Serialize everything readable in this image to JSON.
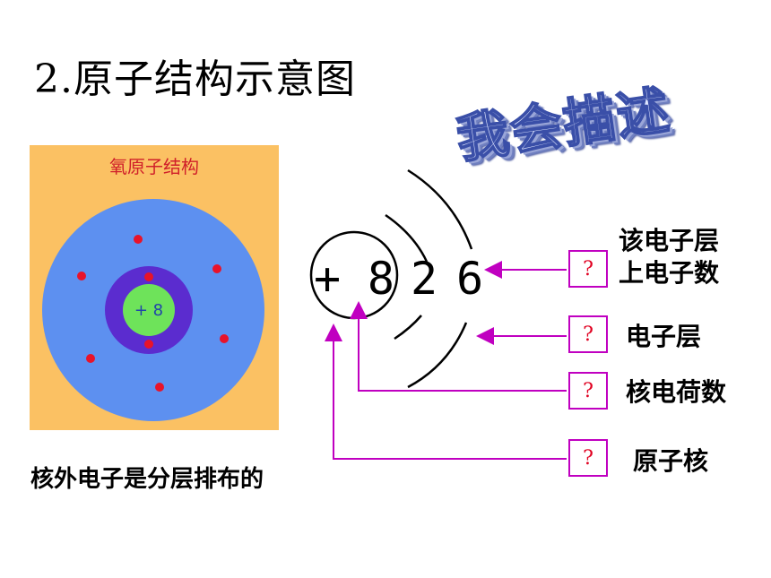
{
  "title": "2.原子结构示意图",
  "wordart": "我会描述",
  "model": {
    "title": "氧原子结构",
    "nucleus_label": "+ 8"
  },
  "caption": "核外电子是分层排布的",
  "diagram": {
    "nucleus_charge": "+8",
    "electrons_shell1": "2",
    "electrons_shell2": "6"
  },
  "questions": [
    {
      "mark": "?",
      "label_line1": "该电子层",
      "label_line2": "上电子数"
    },
    {
      "mark": "?",
      "label_line1": "电子层"
    },
    {
      "mark": "?",
      "label_line1": "核电荷数"
    },
    {
      "mark": "?",
      "label_line1": "原子核"
    }
  ],
  "colors": {
    "panel": "#fbc163",
    "outer_shell": "#5d90f0",
    "inner_shell": "#5b2ccf",
    "nucleus": "#6ee35a",
    "electron": "#e8132a",
    "arrow": "#c000c0",
    "question_mark": "#e00020"
  }
}
